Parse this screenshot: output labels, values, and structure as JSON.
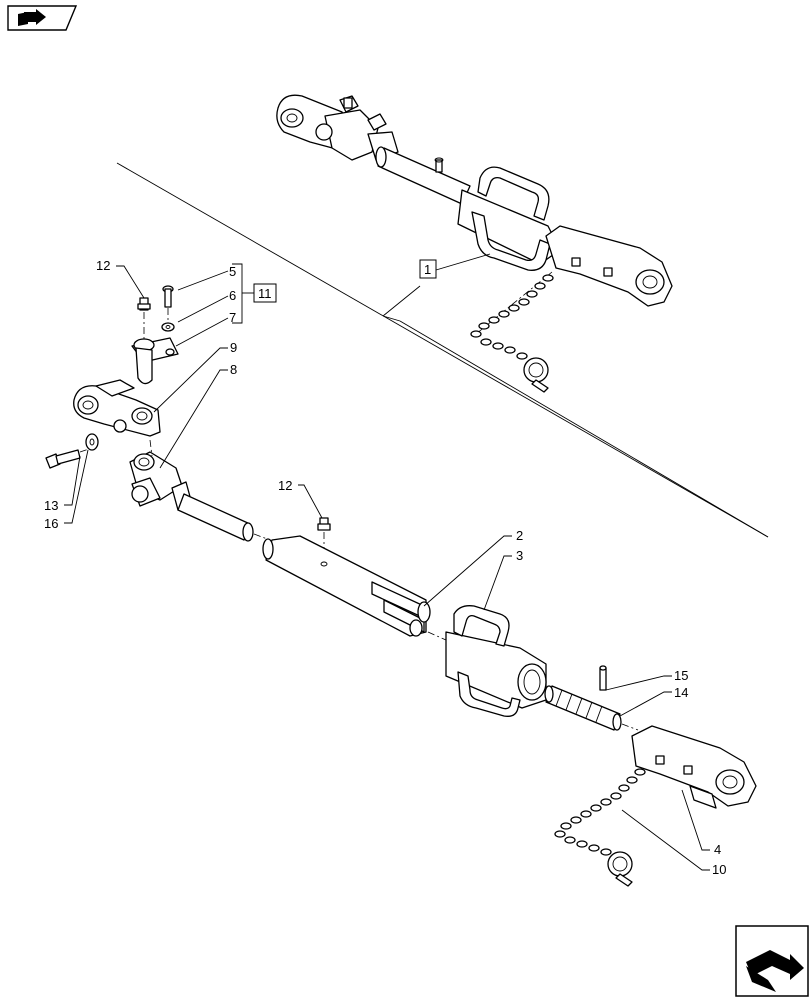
{
  "labels": {
    "l1": "1",
    "l2": "2",
    "l3": "3",
    "l4": "4",
    "l5": "5",
    "l6": "6",
    "l7": "7",
    "l8": "8",
    "l9": "9",
    "l10": "10",
    "l11": "11",
    "l12a": "12",
    "l12b": "12",
    "l13": "13",
    "l14": "14",
    "l15": "15",
    "l16": "16"
  },
  "icons": {
    "top_left": "book-arrow-icon",
    "bottom_right": "next-page-arrow-icon"
  },
  "colors": {
    "line": "#000000",
    "background": "#ffffff"
  }
}
